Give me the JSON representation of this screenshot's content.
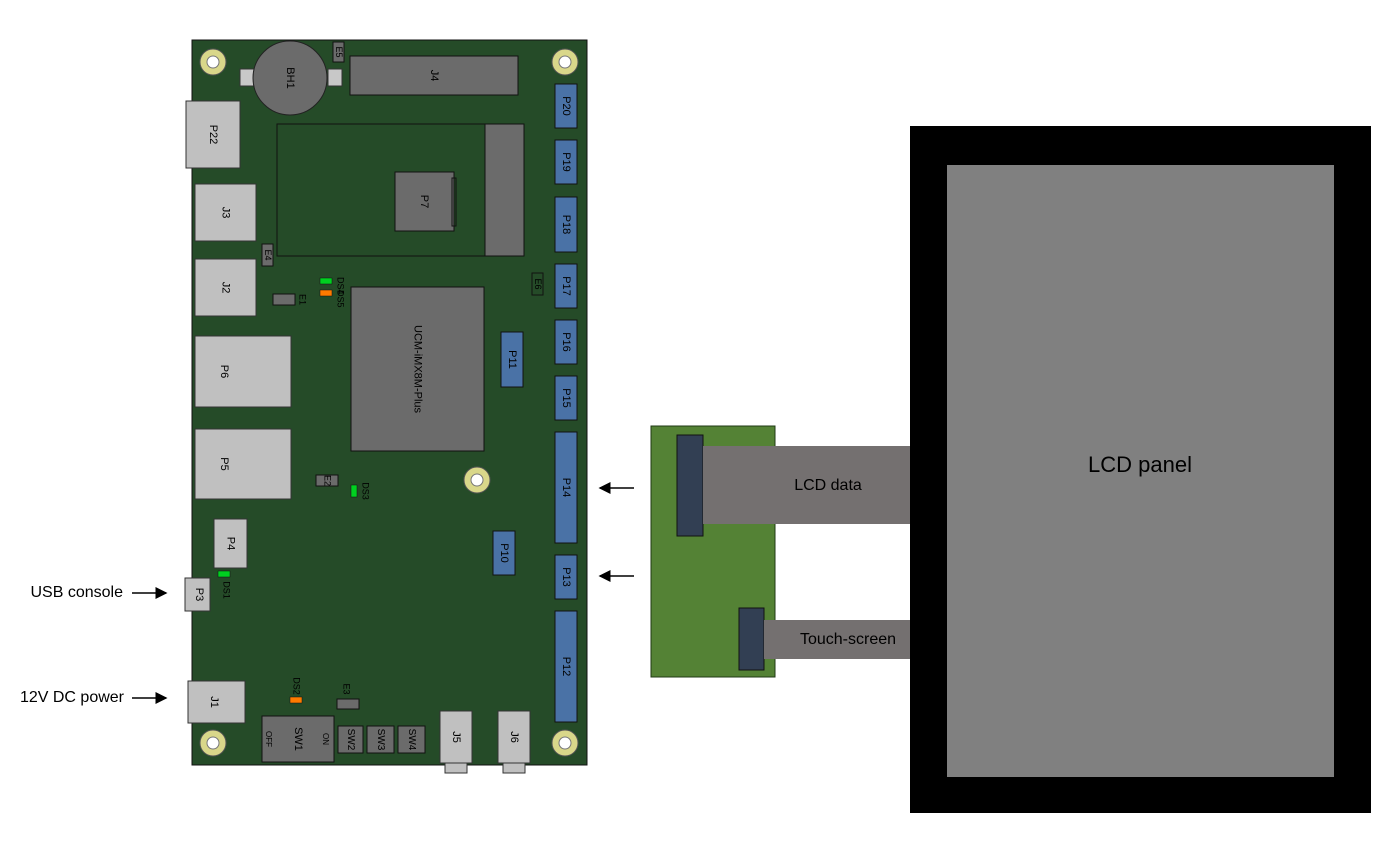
{
  "board": {
    "connectors": {
      "bh1": "BH1",
      "e5": "E5",
      "j4": "J4",
      "p20": "P20",
      "p22": "P22",
      "p19": "P19",
      "p7": "P7",
      "j3": "J3",
      "p18": "P18",
      "e4": "E4",
      "j2": "J2",
      "e1": "E1",
      "ds4": "DS4",
      "ds5": "DS5",
      "e6": "E6",
      "p17": "P17",
      "p6": "P6",
      "som": "UCM-iMX8M-Plus",
      "p11": "P11",
      "p16": "P16",
      "p15": "P15",
      "p5": "P5",
      "e2": "E2",
      "ds3": "DS3",
      "p14": "P14",
      "p4": "P4",
      "p10": "P10",
      "ds1": "DS1",
      "p3": "P3",
      "p13": "P13",
      "p12": "P12",
      "ds2": "DS2",
      "e3": "E3",
      "j1": "J1",
      "sw1": "SW1",
      "sw1_on": "ON",
      "sw1_off": "OFF",
      "sw2": "SW2",
      "sw3": "SW3",
      "sw4": "SW4",
      "j5": "J5",
      "j6": "J6"
    }
  },
  "labels": {
    "usb_console": "USB console",
    "dc_power": "12V DC power",
    "lcd_data": "LCD data",
    "touch_screen": "Touch-screen",
    "lcd_panel": "LCD panel"
  },
  "colors": {
    "pcb": "#254b28",
    "adapter": "#548235",
    "blue_header": "#4a72a6",
    "component": "#6b6b6b",
    "port": "#c0c0c0",
    "led_green": "#00d020",
    "led_orange": "#ff7a00",
    "cable": "#747070",
    "fpc": "#323f53",
    "panel_bezel": "#000000",
    "panel_screen": "#808080",
    "mount_hole": "#d9d78a"
  }
}
